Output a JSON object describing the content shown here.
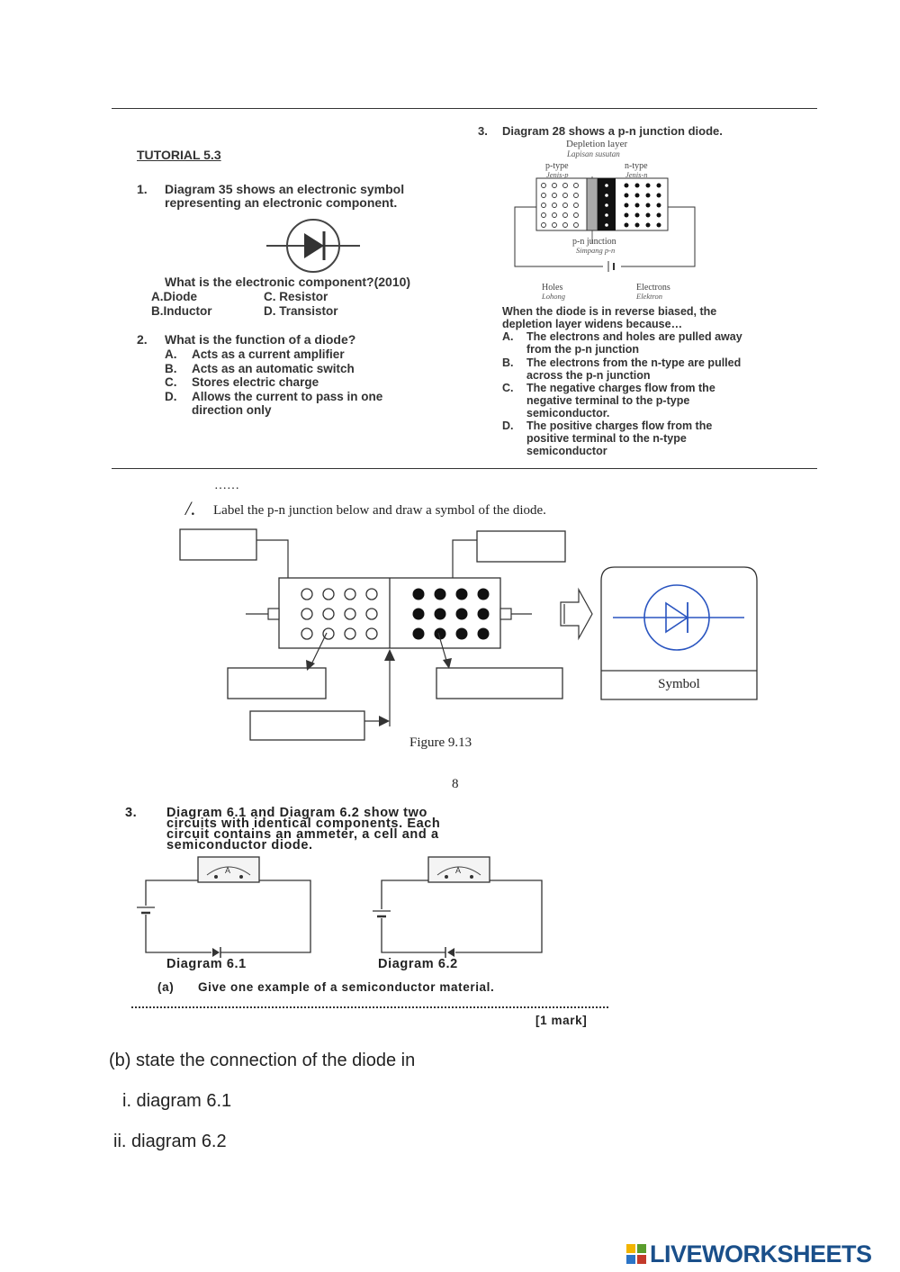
{
  "tutorial": {
    "heading": "TUTORIAL 5.3",
    "q1": {
      "num": "1.",
      "line1": "Diagram 35 shows an electronic symbol",
      "line2": "representing an electronic component.",
      "question": "What is the electronic component?(2010)",
      "optA": "A.Diode",
      "optC": "C.  Resistor",
      "optB": "B.Inductor",
      "optD": "D.  Transistor"
    },
    "q2": {
      "num": "2.",
      "stem": "What is the function of a diode?",
      "options": [
        {
          "letter": "A.",
          "text": "Acts as a current amplifier"
        },
        {
          "letter": "B.",
          "text": "Acts as an automatic switch"
        },
        {
          "letter": "C.",
          "text": "Stores electric charge"
        },
        {
          "letter": "D.",
          "text": "Allows the current to pass in one"
        }
      ],
      "optD_line2": "direction only"
    },
    "q3": {
      "num": "3.",
      "stem": "Diagram 28 shows a p-n junction diode.",
      "depletion_label": "Depletion layer",
      "depletion_label_ms": "Lapisan susutan",
      "ptype": "p-type",
      "ptype_ms": "Jenis-p",
      "ntype": "n-type",
      "ntype_ms": "Jenis-n",
      "junction": "p-n junction",
      "junction_ms": "Simpang p-n",
      "holes": "Holes",
      "holes_ms": "Lohong",
      "electrons": "Electrons",
      "electrons_ms": "Elektron",
      "question_l1": "When the diode is in reverse biased, the",
      "question_l2": "depletion layer widens because…",
      "options": [
        {
          "letter": "A.",
          "l1": "The electrons and holes are pulled away",
          "l2": "from the p-n junction",
          "l3": ""
        },
        {
          "letter": "B.",
          "l1": "The electrons from the n-type are pulled",
          "l2": "across the p-n junction",
          "l3": ""
        },
        {
          "letter": "C.",
          "l1": "The negative charges flow from the",
          "l2": "negative terminal to the p-type",
          "l3": "semiconductor."
        },
        {
          "letter": "D.",
          "l1": "The positive charges flow from the",
          "l2": "positive terminal to the n-type",
          "l3": "semiconductor"
        }
      ]
    }
  },
  "figure913": {
    "dots": "……",
    "number": "/.",
    "instruction": "Label the p-n junction below and draw a symbol of the diode.",
    "symbol_label": "Symbol",
    "caption": "Figure 9.13",
    "page_number": "8"
  },
  "question3": {
    "num": "3.",
    "stem_lines": [
      "Diagram 6.1 and Diagram 6.2 show two",
      "circuits with identical components.  Each",
      "circuit contains an ammeter, a cell and a",
      "semiconductor diode."
    ],
    "diagram1_label": "Diagram 6.1",
    "diagram2_label": "Diagram 6.2",
    "part_a_letter": "(a)",
    "part_a": "Give one example of a semiconductor material.",
    "mark": "[1 mark]"
  },
  "part_b": {
    "stem": "(b) state the connection of the diode in",
    "item1": "i. diagram 6.1",
    "item2": "ii. diagram 6.2"
  },
  "brand": {
    "logo_text": "LIVEWORKSHEETS",
    "logo_color": "#1a4f8a"
  }
}
